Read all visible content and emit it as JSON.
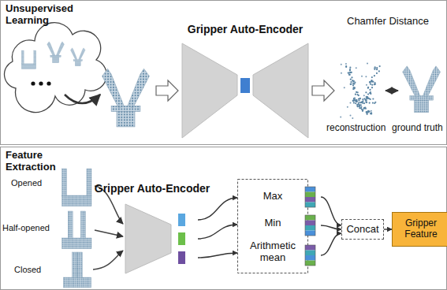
{
  "diagram": {
    "nodes": [
      {
        "text": [
          "Unsupervised Learning"
        ]
      },
      {
        "text": [
          "Gripper Auto-Encoder"
        ],
        "in": 0
      },
      {
        "text": [
          "Feature Extraction"
        ]
      },
      {
        "text": [
          "Gripper Auto-Encoder"
        ],
        "in": 2
      },
      {
        "text": [
          "Max",
          "Min",
          "Arithmetic mean"
        ],
        "in": 2
      },
      {
        "text": [
          "Concat"
        ],
        "in": 2
      },
      {
        "text": [
          "Gripper Feature"
        ],
        "in": 2
      }
    ],
    "edges": [
      {
        "from": 3,
        "to": 4,
        "arrow": "to"
      },
      {
        "from": 3,
        "to": 4,
        "arrow": "to"
      },
      {
        "from": 3,
        "to": 4,
        "arrow": "to"
      },
      {
        "from": 4,
        "to": 5,
        "arrow": "to"
      },
      {
        "from": 4,
        "to": 5,
        "arrow": "to"
      },
      {
        "from": 4,
        "to": 5,
        "arrow": "to"
      },
      {
        "from": 5,
        "to": 6,
        "arrow": "to"
      }
    ],
    "labels": [
      "Chamfer Distance",
      "reconstruction",
      "ground truth",
      "Opened",
      "Half-opened",
      "Closed"
    ]
  }
}
